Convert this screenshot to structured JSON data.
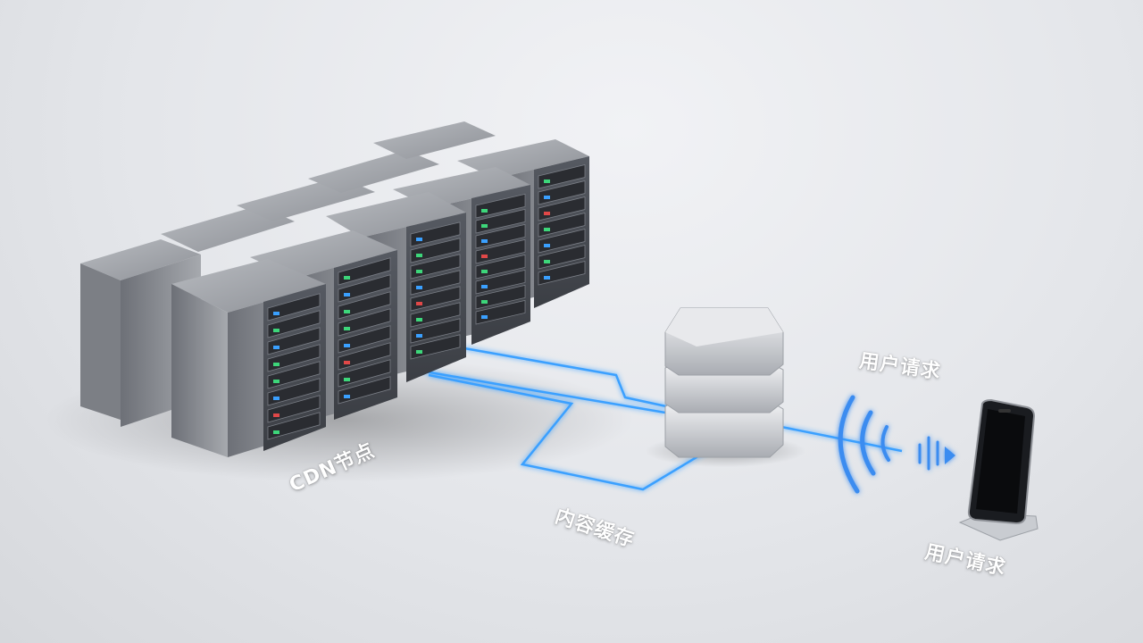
{
  "labels": {
    "cdn_node": "CDN节点",
    "content_cache": "内容缓存",
    "user_request_top": "用户请求",
    "user_request_bottom": "用户请求"
  },
  "colors": {
    "glow": "#3aa0ff",
    "server_front": "#4a4d54",
    "server_side": "#8b8f96",
    "server_top": "#9a9ea5"
  },
  "icons": {
    "servers": "server-rack-icon",
    "cache": "database-stack-icon",
    "phone": "smartphone-icon",
    "signal": "wifi-signal-icon"
  }
}
